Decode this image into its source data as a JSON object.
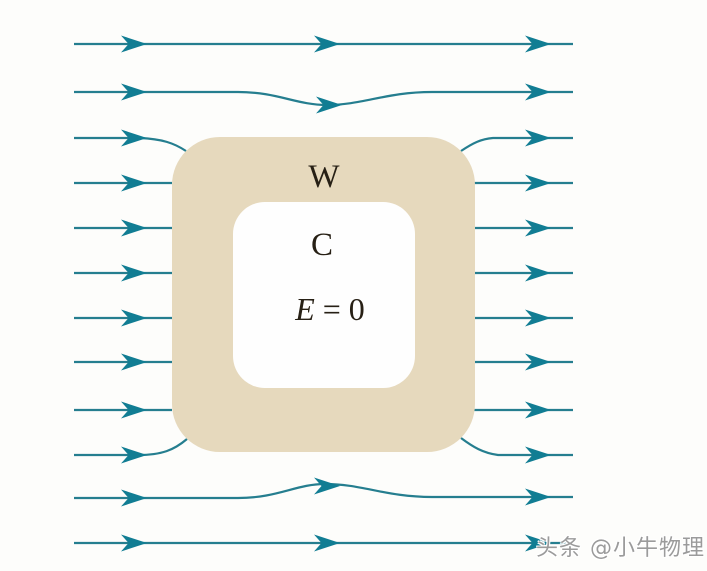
{
  "diagram": {
    "wall_label": "W",
    "cavity_label": "C",
    "field_equation": {
      "symbol": "E",
      "rest": "= 0"
    }
  },
  "watermark": "头条 @小牛物理",
  "colors": {
    "field-line": "#257e8f",
    "arrow": "#117d93",
    "wall": "#e6d9bd",
    "cavity": "#fefefe",
    "label": "#272015",
    "watermark": "#9b9b9b",
    "background": "#fdfdfb"
  }
}
